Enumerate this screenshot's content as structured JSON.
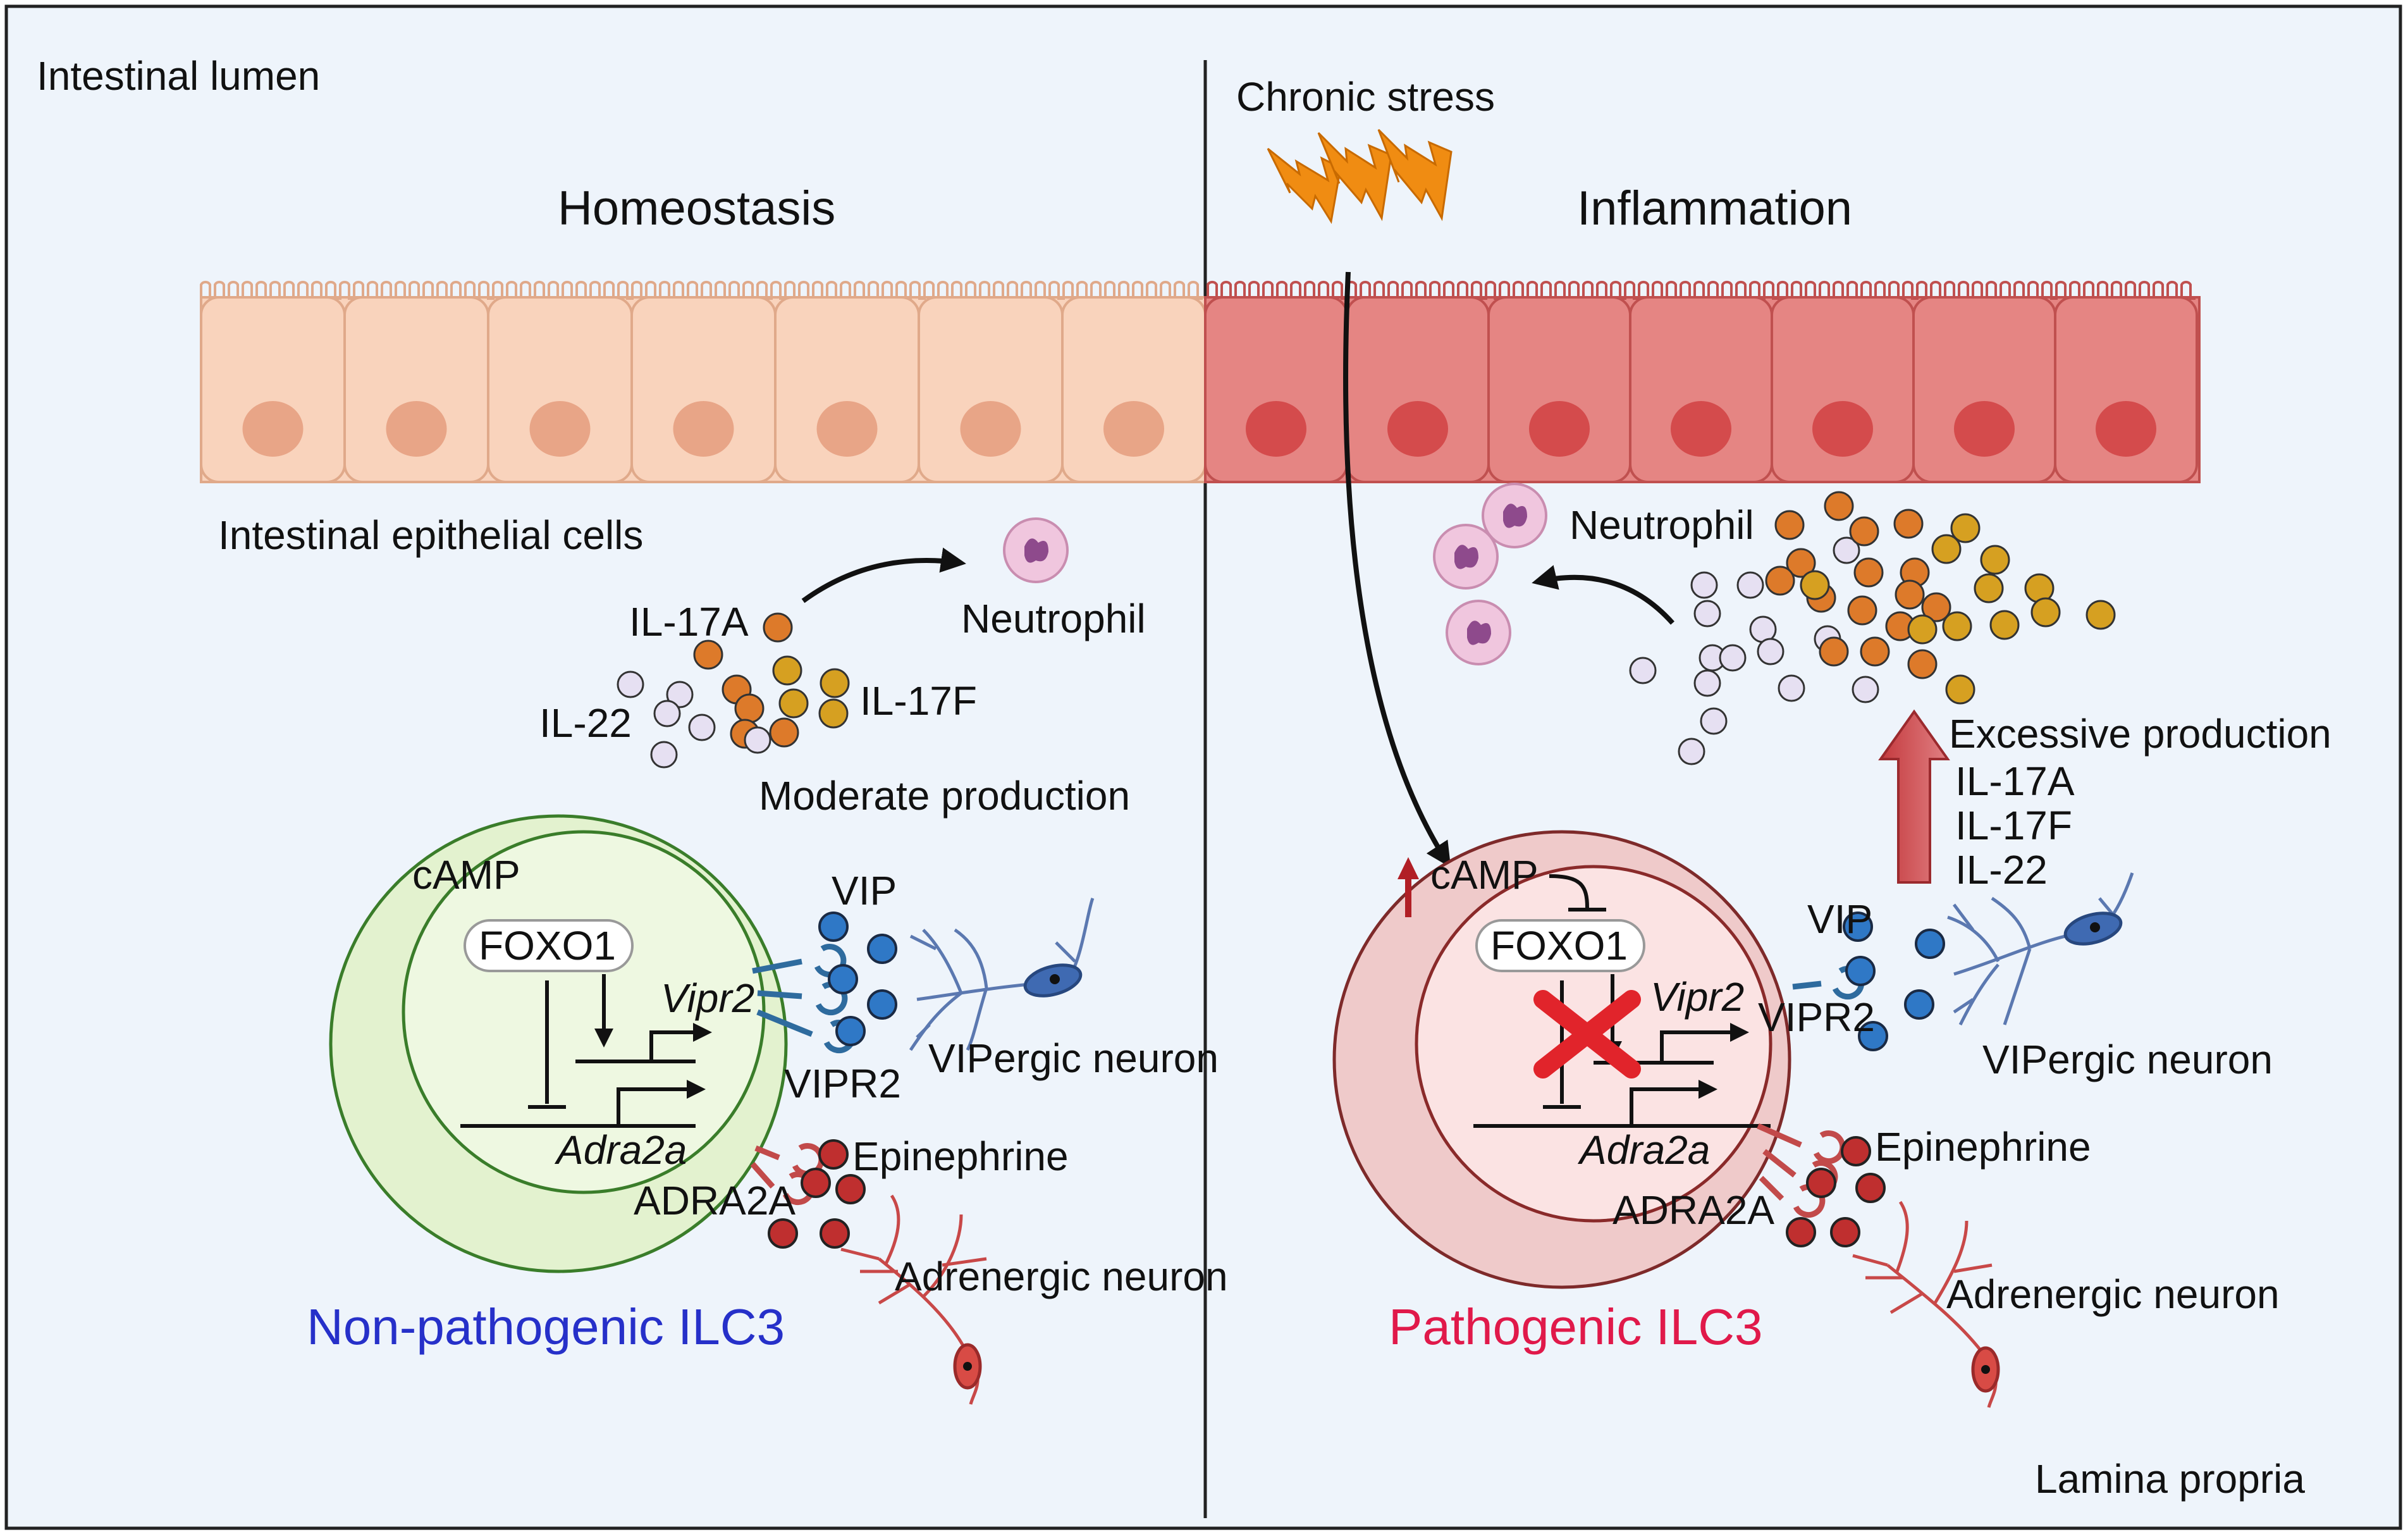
{
  "labels": {
    "lumen": "Intestinal lumen",
    "lamina": "Lamina propria",
    "chronic_stress": "Chronic stress",
    "homeostasis": "Homeostasis",
    "inflammation": "Inflammation",
    "iec": "Intestinal epithelial cells",
    "moderate": "Moderate production",
    "excessive": "Excessive production"
  },
  "left": {
    "il17a": "IL-17A",
    "il22": "IL-22",
    "il17f": "IL-17F",
    "neutrophil": "Neutrophil",
    "camp": "cAMP",
    "foxo1": "FOXO1",
    "vipr2_gene": "Vipr2",
    "adra2a_gene": "Adra2a",
    "vip": "VIP",
    "vipr2": "VIPR2",
    "vip_neuron": "VIPergic neuron",
    "epinephrine": "Epinephrine",
    "adra2a": "ADRA2A",
    "adr_neuron": "Adrenergic neuron",
    "cell_title": "Non-pathogenic ILC3"
  },
  "right": {
    "neutrophil": "Neutrophil",
    "il17a": "IL-17A",
    "il17f": "IL-17F",
    "il22": "IL-22",
    "camp": "cAMP",
    "foxo1": "FOXO1",
    "vipr2_gene": "Vipr2",
    "adra2a_gene": "Adra2a",
    "vip": "VIP",
    "vipr2": "VIPR2",
    "vip_neuron": "VIPergic neuron",
    "epinephrine": "Epinephrine",
    "adra2a": "ADRA2A",
    "adr_neuron": "Adrenergic neuron",
    "cell_title": "Pathogenic ILC3"
  },
  "colors": {
    "background": "#eef4fb",
    "healthy_epithelium": "#f9d3bc",
    "inflamed_epithelium": "#e58583",
    "il17a": "#dd7a2a",
    "il17f": "#d6a021",
    "il22": "#e6e0f2",
    "vip": "#2f78c6",
    "epinephrine": "#bf2f2f",
    "non_pathogenic_title": "#2630c9",
    "pathogenic_title": "#e0194a",
    "excessive": "#d8262f"
  },
  "icons": [
    "lightning-icon",
    "neutrophil-icon",
    "receptor-icon",
    "neuron-icon",
    "inhibition-x-icon",
    "up-arrow-icon"
  ]
}
